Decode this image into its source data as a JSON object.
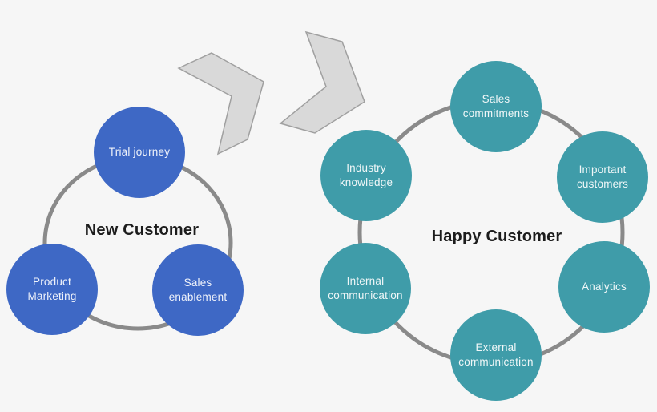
{
  "background": "#F6F6F6",
  "left_cluster": {
    "title": "New Customer",
    "node_color": "#3E68C5",
    "nodes": [
      {
        "label": "Trial journey"
      },
      {
        "label": "Product Marketing"
      },
      {
        "label": "Sales enablement"
      }
    ]
  },
  "right_cluster": {
    "title": "Happy Customer",
    "node_color": "#3F9CA9",
    "nodes": [
      {
        "label": "Sales commitments"
      },
      {
        "label": "Important customers"
      },
      {
        "label": "Analytics"
      },
      {
        "label": "External communication"
      },
      {
        "label": "Internal communication"
      },
      {
        "label": "Industry knowledge"
      }
    ]
  },
  "connectors": {
    "ring_color": "#8A8A8A",
    "chevron_fill": "#D9D9D9",
    "chevron_stroke": "#A0A0A0"
  }
}
